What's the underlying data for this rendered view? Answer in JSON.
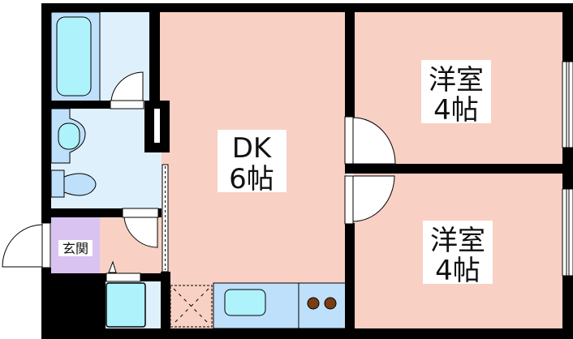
{
  "floor_plan": {
    "rooms": {
      "dk": {
        "name": "DK",
        "size": "6帖"
      },
      "western_room_1": {
        "name": "洋室",
        "size": "4帖"
      },
      "western_room_2": {
        "name": "洋室",
        "size": "4帖"
      },
      "entrance": {
        "name": "玄関"
      }
    },
    "colors": {
      "wall": "#000000",
      "room_floor": "#f8d0c4",
      "wet_area": "#dff0fd",
      "fixture": "#bfe0fb",
      "fixture_water": "#aef2fb",
      "entrance": "#d9c3f1",
      "stove_burner": "#7a3e12"
    }
  }
}
